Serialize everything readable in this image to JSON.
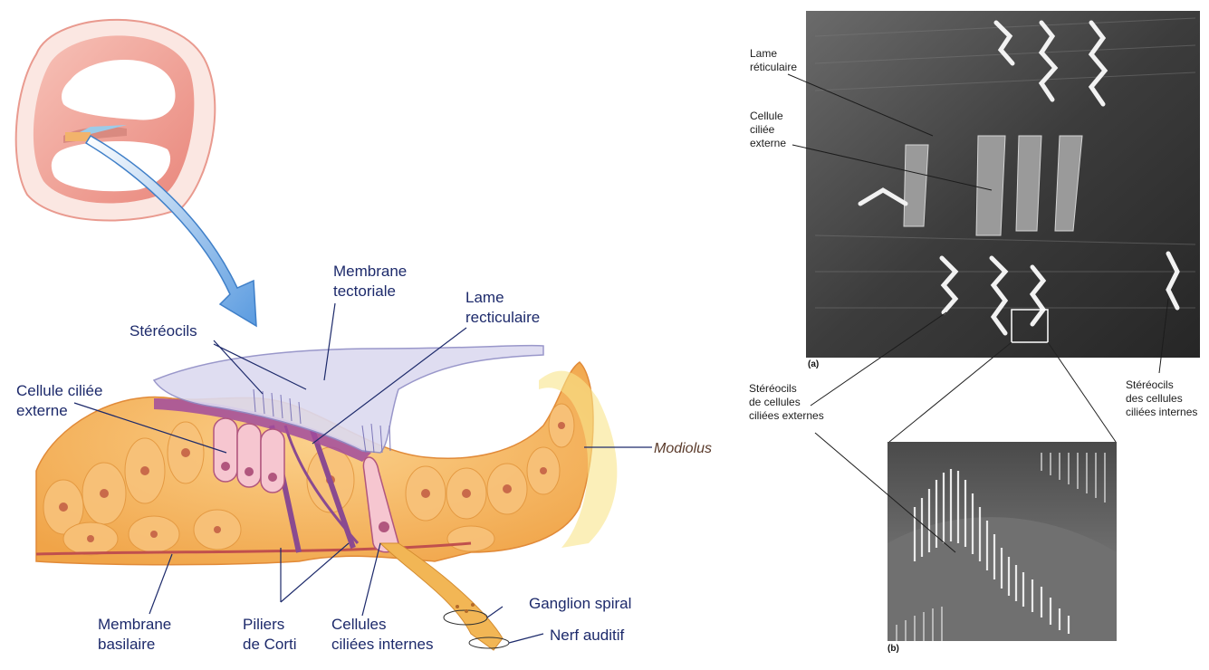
{
  "left_figure": {
    "labels": {
      "membrane_tectoriale": "Membrane\ntectoriale",
      "lame_recticulaire": "Lame\nrecticulaire",
      "stereocils": "Stéréocils",
      "cellule_ciliee_externe": "Cellule ciliée\nexterne",
      "modiolus": "Modiolus",
      "ganglion_spiral": "Ganglion spiral",
      "nerf_auditif": "Nerf auditif",
      "membrane_basilaire": "Membrane\nbasilaire",
      "piliers_de_corti": "Piliers\nde Corti",
      "cellules_ciliees_internes": "Cellules\nciliées internes"
    }
  },
  "right_figure": {
    "panel_a_tag": "(a)",
    "panel_b_tag": "(b)",
    "labels": {
      "lame_reticulaire": "Lame\nréticulaire",
      "cellule_ciliee_externe": "Cellule\nciliée\nexterne",
      "stereocils_externes": "Stéréocils\nde cellules\nciliées externes",
      "stereocils_internes": "Stéréocils\ndes cellules\nciliées internes"
    }
  },
  "colors": {
    "label_text": "#1d2a6b",
    "cochlea_ring": "#f0a8a0",
    "tissue": "#f6b860",
    "hair_cell": "#f6c6d0",
    "membrane": "#c9c8e8",
    "arrow": "#7fb6e8",
    "sem_background": "#3a3a3a"
  }
}
